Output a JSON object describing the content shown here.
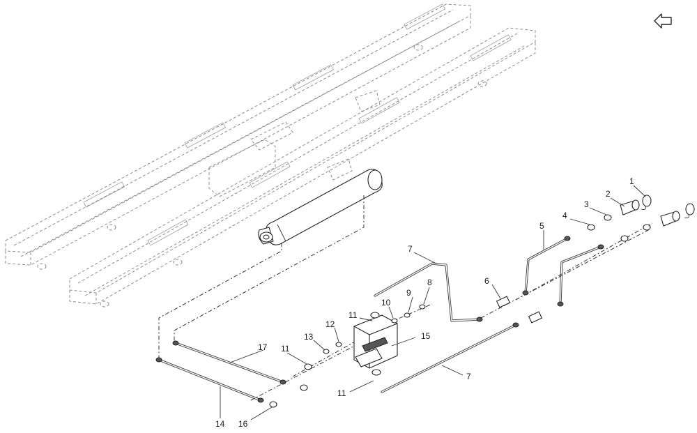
{
  "diagram": {
    "callouts": [
      {
        "id": "c1",
        "label": "1"
      },
      {
        "id": "c2",
        "label": "2"
      },
      {
        "id": "c3",
        "label": "3"
      },
      {
        "id": "c4",
        "label": "4"
      },
      {
        "id": "c5",
        "label": "5"
      },
      {
        "id": "c6",
        "label": "6"
      },
      {
        "id": "c7a",
        "label": "7"
      },
      {
        "id": "c7b",
        "label": "7"
      },
      {
        "id": "c8",
        "label": "8"
      },
      {
        "id": "c9",
        "label": "9"
      },
      {
        "id": "c10",
        "label": "10"
      },
      {
        "id": "c11a",
        "label": "11"
      },
      {
        "id": "c11b",
        "label": "11"
      },
      {
        "id": "c11c",
        "label": "11"
      },
      {
        "id": "c12",
        "label": "12"
      },
      {
        "id": "c13",
        "label": "13"
      },
      {
        "id": "c14",
        "label": "14"
      },
      {
        "id": "c15",
        "label": "15"
      },
      {
        "id": "c16",
        "label": "16"
      },
      {
        "id": "c17",
        "label": "17"
      }
    ]
  },
  "toolbar": {
    "back_icon": "return-arrow-icon"
  }
}
